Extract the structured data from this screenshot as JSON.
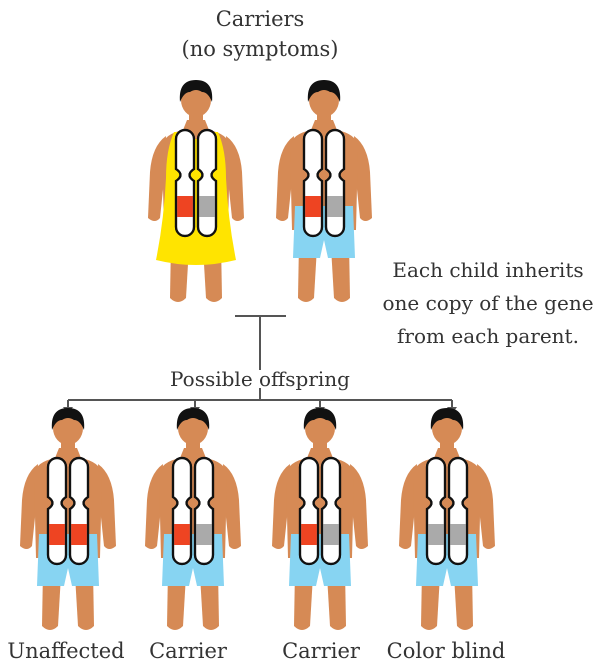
{
  "header": {
    "line1": "Carriers",
    "line2": "(no symptoms)"
  },
  "note": {
    "line1": "Each child inherits",
    "line2": "one copy of the gene",
    "line3": "from each parent."
  },
  "offspring_heading": "Possible offspring",
  "parents": [
    {
      "outfit": "yellow-dress",
      "band_left": "red",
      "band_right": "gray"
    },
    {
      "outfit": "blue-shorts",
      "band_left": "red",
      "band_right": "gray"
    }
  ],
  "children": [
    {
      "label": "Unaffected",
      "band_left": "red",
      "band_right": "red"
    },
    {
      "label": "Carrier",
      "band_left": "red",
      "band_right": "gray"
    },
    {
      "label": "Carrier",
      "band_left": "red",
      "band_right": "gray"
    },
    {
      "label": "Color blind",
      "band_left": "gray",
      "band_right": "gray"
    }
  ],
  "colors": {
    "skin": "#D68A55",
    "hair": "#111111",
    "dress": "#FFE400",
    "shorts": "#87D4F2",
    "band_red": "#EE4422",
    "band_gray": "#AAAAAA",
    "line": "#555555"
  }
}
